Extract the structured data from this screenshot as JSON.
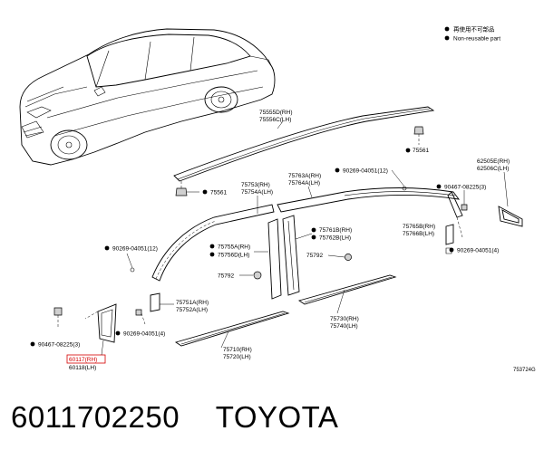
{
  "legend": {
    "japanese": "再使用不可部品",
    "english": "Non-reusable part"
  },
  "callouts": {
    "c75555d": "75555D(RH)",
    "c75556c": "75556C(LH)",
    "c75561a": "75561",
    "c75561b": "75561",
    "c90269a": "90269-04051(12)",
    "c62505e": "62505E(RH)",
    "c62506c": "62506C(LH)",
    "c90467a": "90467-08225(3)",
    "c75753": "75753(RH)",
    "c75754a": "75754A(LH)",
    "c75763a": "75763A(RH)",
    "c75764a": "75764A(LH)",
    "c75761b": "75761B(RH)",
    "c75762b": "75762B(LH)",
    "c75765b": "75765B(RH)",
    "c75766b": "75766B(LH)",
    "c90269b": "90269-04051(12)",
    "c90269c": "90269-04051(4)",
    "c75755a": "75755A(RH)",
    "c75756d": "75756D(LH)",
    "c75792a": "75792",
    "c75792b": "75792",
    "c75751a": "75751A(RH)",
    "c75752a": "75752A(LH)",
    "c90269d": "90269-04051(4)",
    "c90467b": "90467-08225(3)",
    "c75730": "75730(RH)",
    "c75740": "75740(LH)",
    "c75710": "75710(RH)",
    "c75720": "75720(LH)",
    "c60117": "60117(RH)",
    "c60118": "60118(LH)"
  },
  "figure_code": "753724G",
  "caption": {
    "part_number": "6011702250",
    "brand": "TOYOTA"
  },
  "colors": {
    "highlight": "#d40000",
    "line": "#000000",
    "background": "#ffffff"
  }
}
